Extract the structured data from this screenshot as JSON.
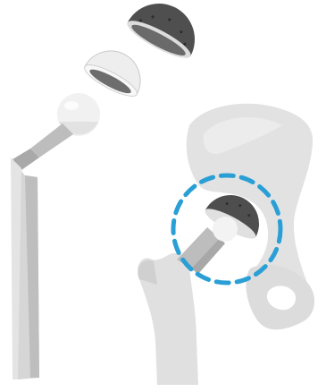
{
  "illustration": {
    "subject": "hip-replacement-implant",
    "components": [
      {
        "name": "acetabular-shell",
        "icon": "metal-cup-icon"
      },
      {
        "name": "acetabular-liner",
        "icon": "liner-cup-icon"
      },
      {
        "name": "femoral-head",
        "icon": "ball-icon"
      },
      {
        "name": "femoral-stem",
        "icon": "stem-icon"
      }
    ],
    "highlight": {
      "style": "dashed-circle",
      "color": "#2a9fd6"
    },
    "colors": {
      "bone": "#e2e2e2",
      "bone_shadow": "#d3d3d3",
      "metal_dark": "#555555",
      "metal_inner": "#707070",
      "implant_light": "#f2f2f2",
      "stem_gray": "#c9c9c9"
    }
  }
}
